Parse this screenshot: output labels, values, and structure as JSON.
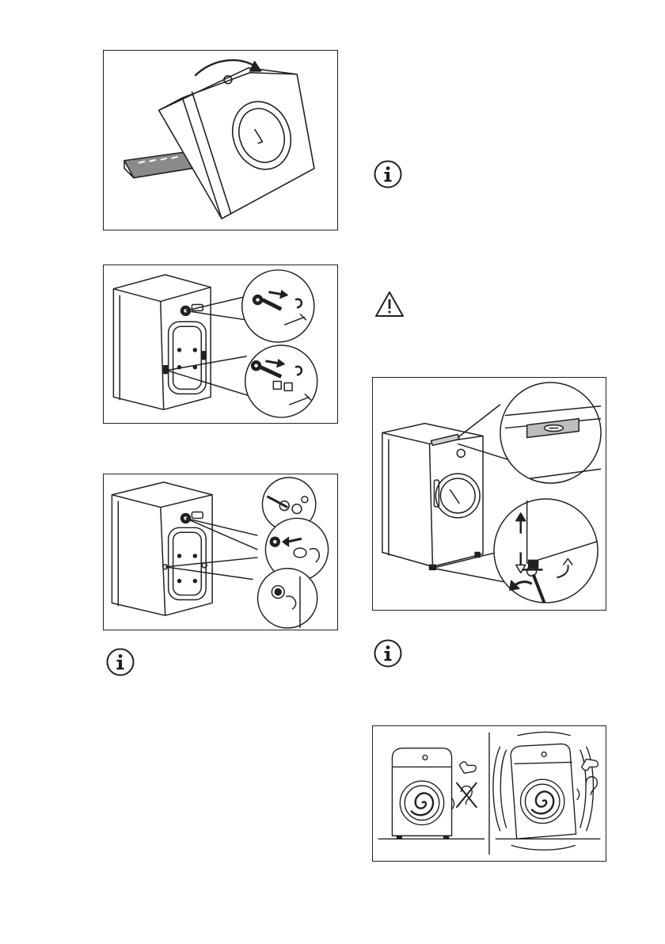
{
  "page": {
    "illustrations": [
      {
        "id": "tilt-machine",
        "icon": "tilt-machine-illustration"
      },
      {
        "id": "remove-transit-bolts",
        "icon": "transit-bolts-removal-illustration"
      },
      {
        "id": "insert-plastic-caps",
        "icon": "plastic-caps-illustration"
      },
      {
        "id": "level-adjust-feet",
        "icon": "levelling-feet-illustration"
      },
      {
        "id": "vibration-noise-comparison",
        "icon": "vibration-comparison-illustration"
      }
    ],
    "notes": [
      {
        "type": "info",
        "icon": "info-icon"
      },
      {
        "type": "warning",
        "icon": "warning-icon"
      },
      {
        "type": "info",
        "icon": "info-icon"
      },
      {
        "type": "info",
        "icon": "info-icon"
      }
    ],
    "footer": ""
  }
}
